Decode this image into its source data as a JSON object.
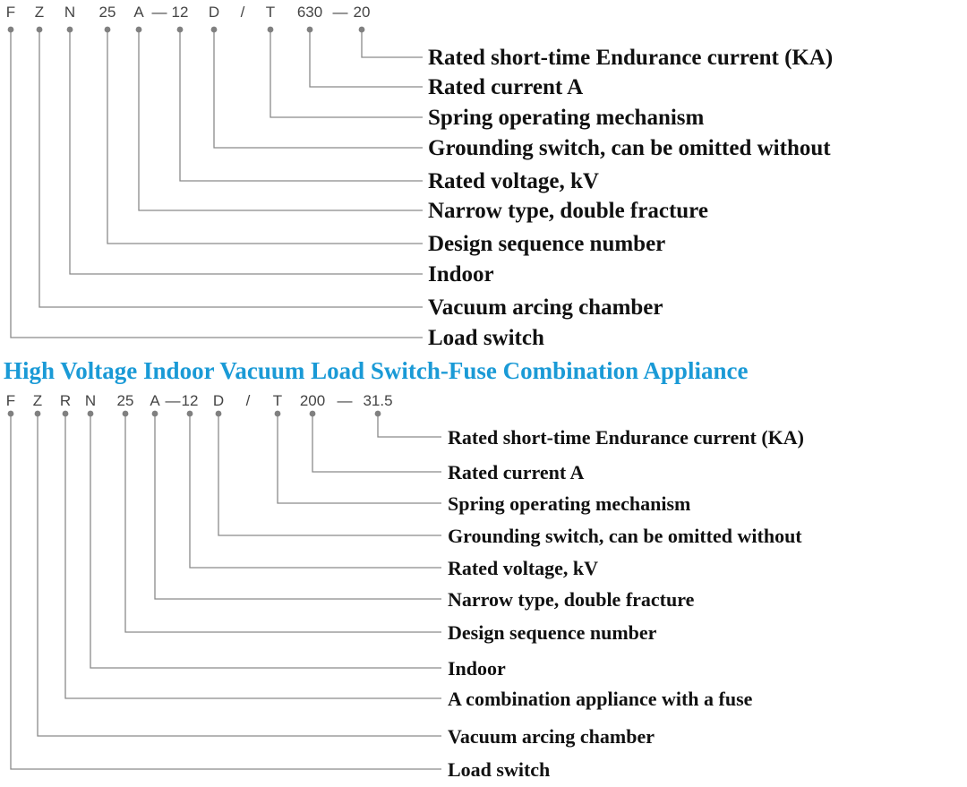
{
  "heading": "High Voltage Indoor Vacuum Load Switch-Fuse Combination Appliance",
  "colors": {
    "heading": "#1a9ad6",
    "text": "#111111",
    "code": "#444444",
    "line": "#8a8a8a"
  },
  "diagram1": {
    "code_parts": [
      "F",
      "Z",
      "N",
      "25",
      "A",
      "—",
      "12",
      "D",
      "/",
      "T",
      "630",
      "—",
      "20"
    ],
    "items": [
      "Rated short-time Endurance current (KA)",
      "Rated current A",
      "Spring operating mechanism",
      "Grounding switch, can be omitted without",
      "Rated voltage, kV",
      "Narrow type, double fracture",
      "Design sequence number",
      "Indoor",
      "Vacuum arcing chamber",
      "Load switch"
    ]
  },
  "diagram2": {
    "code_parts": [
      "F",
      "Z",
      "R",
      "N",
      "25",
      "A",
      "—",
      "12",
      "D",
      "/",
      "T",
      "200",
      "—",
      "31.5"
    ],
    "items": [
      "Rated short-time Endurance current (KA)",
      "Rated current A",
      "Spring operating mechanism",
      "Grounding switch, can be omitted without",
      "Rated voltage, kV",
      "Narrow type, double fracture",
      "Design sequence number",
      "Indoor",
      "A combination appliance with a fuse",
      "Vacuum arcing chamber",
      "Load switch"
    ]
  }
}
